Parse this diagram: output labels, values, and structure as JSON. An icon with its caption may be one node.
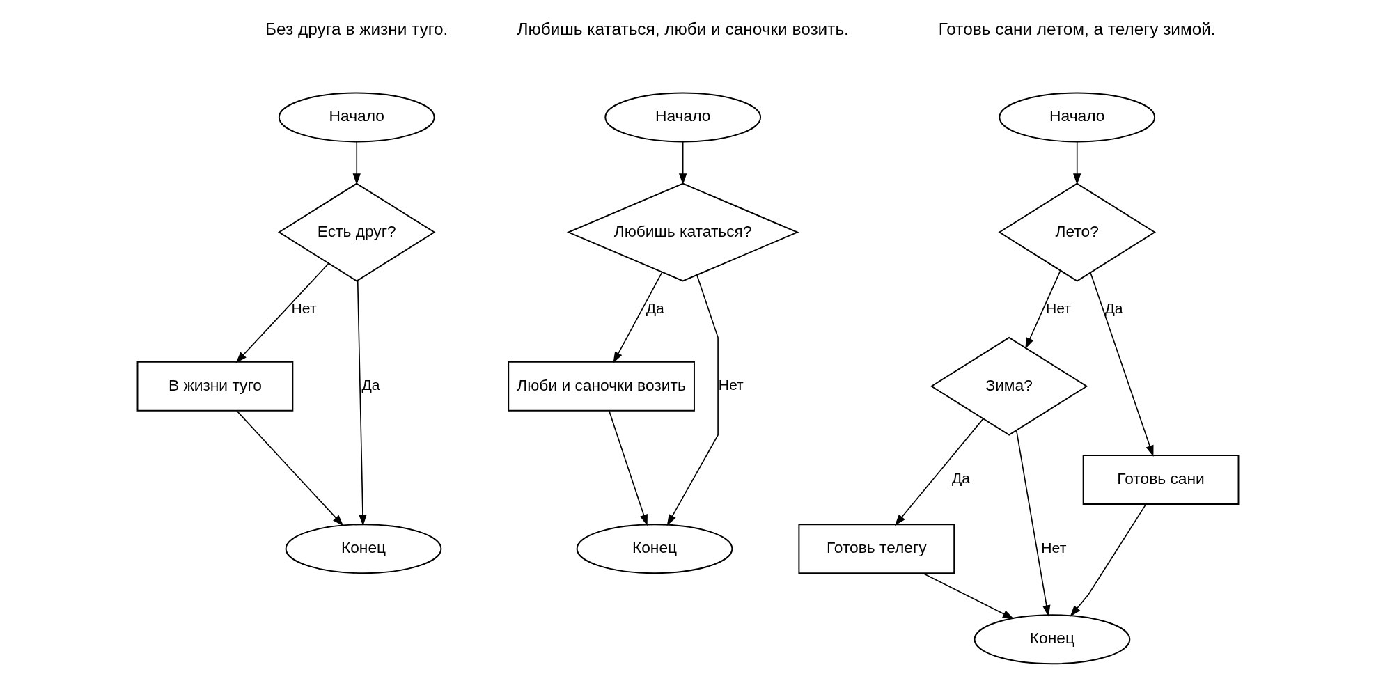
{
  "diagram": {
    "nodes": [
      {
        "text": [
          "Начало"
        ]
      },
      {
        "text": [
          "Есть друг?"
        ]
      },
      {
        "text": [
          "В жизни туго"
        ]
      },
      {
        "text": [
          "Конец"
        ]
      },
      {
        "text": [
          "Начало"
        ]
      },
      {
        "text": [
          "Любишь кататься?"
        ]
      },
      {
        "text": [
          "Люби и саночки возить"
        ]
      },
      {
        "text": [
          "Конец"
        ]
      },
      {
        "text": [
          "Начало"
        ]
      },
      {
        "text": [
          "Лето?"
        ]
      },
      {
        "text": [
          "Зима?"
        ]
      },
      {
        "text": [
          "Готовь сани"
        ]
      },
      {
        "text": [
          "Готовь телегу"
        ]
      },
      {
        "text": [
          "Конец"
        ]
      }
    ],
    "edges": [
      {
        "from": 0,
        "to": 1,
        "arrow": "to"
      },
      {
        "from": 1,
        "to": 2,
        "arrow": "to",
        "label": "Нет"
      },
      {
        "from": 1,
        "to": 3,
        "arrow": "to",
        "label": "Да"
      },
      {
        "from": 2,
        "to": 3,
        "arrow": "to"
      },
      {
        "from": 4,
        "to": 5,
        "arrow": "to"
      },
      {
        "from": 5,
        "to": 6,
        "arrow": "to",
        "label": "Да"
      },
      {
        "from": 5,
        "to": 7,
        "arrow": "to",
        "label": "Нет"
      },
      {
        "from": 6,
        "to": 7,
        "arrow": "to"
      },
      {
        "from": 8,
        "to": 9,
        "arrow": "to"
      },
      {
        "from": 9,
        "to": 10,
        "arrow": "to",
        "label": "Нет"
      },
      {
        "from": 9,
        "to": 11,
        "arrow": "to",
        "label": "Да"
      },
      {
        "from": 10,
        "to": 12,
        "arrow": "to",
        "label": "Да"
      },
      {
        "from": 11,
        "to": 13,
        "arrow": "to"
      },
      {
        "from": 12,
        "to": 13,
        "arrow": "to"
      },
      {
        "from": 10,
        "to": 13,
        "arrow": "to",
        "label": "Нет"
      }
    ],
    "labels": [
      "Без друга в жизни туго.",
      "Любишь кататься, люби и саночки возить.",
      "Готовь сани летом, а телегу зимой."
    ]
  }
}
